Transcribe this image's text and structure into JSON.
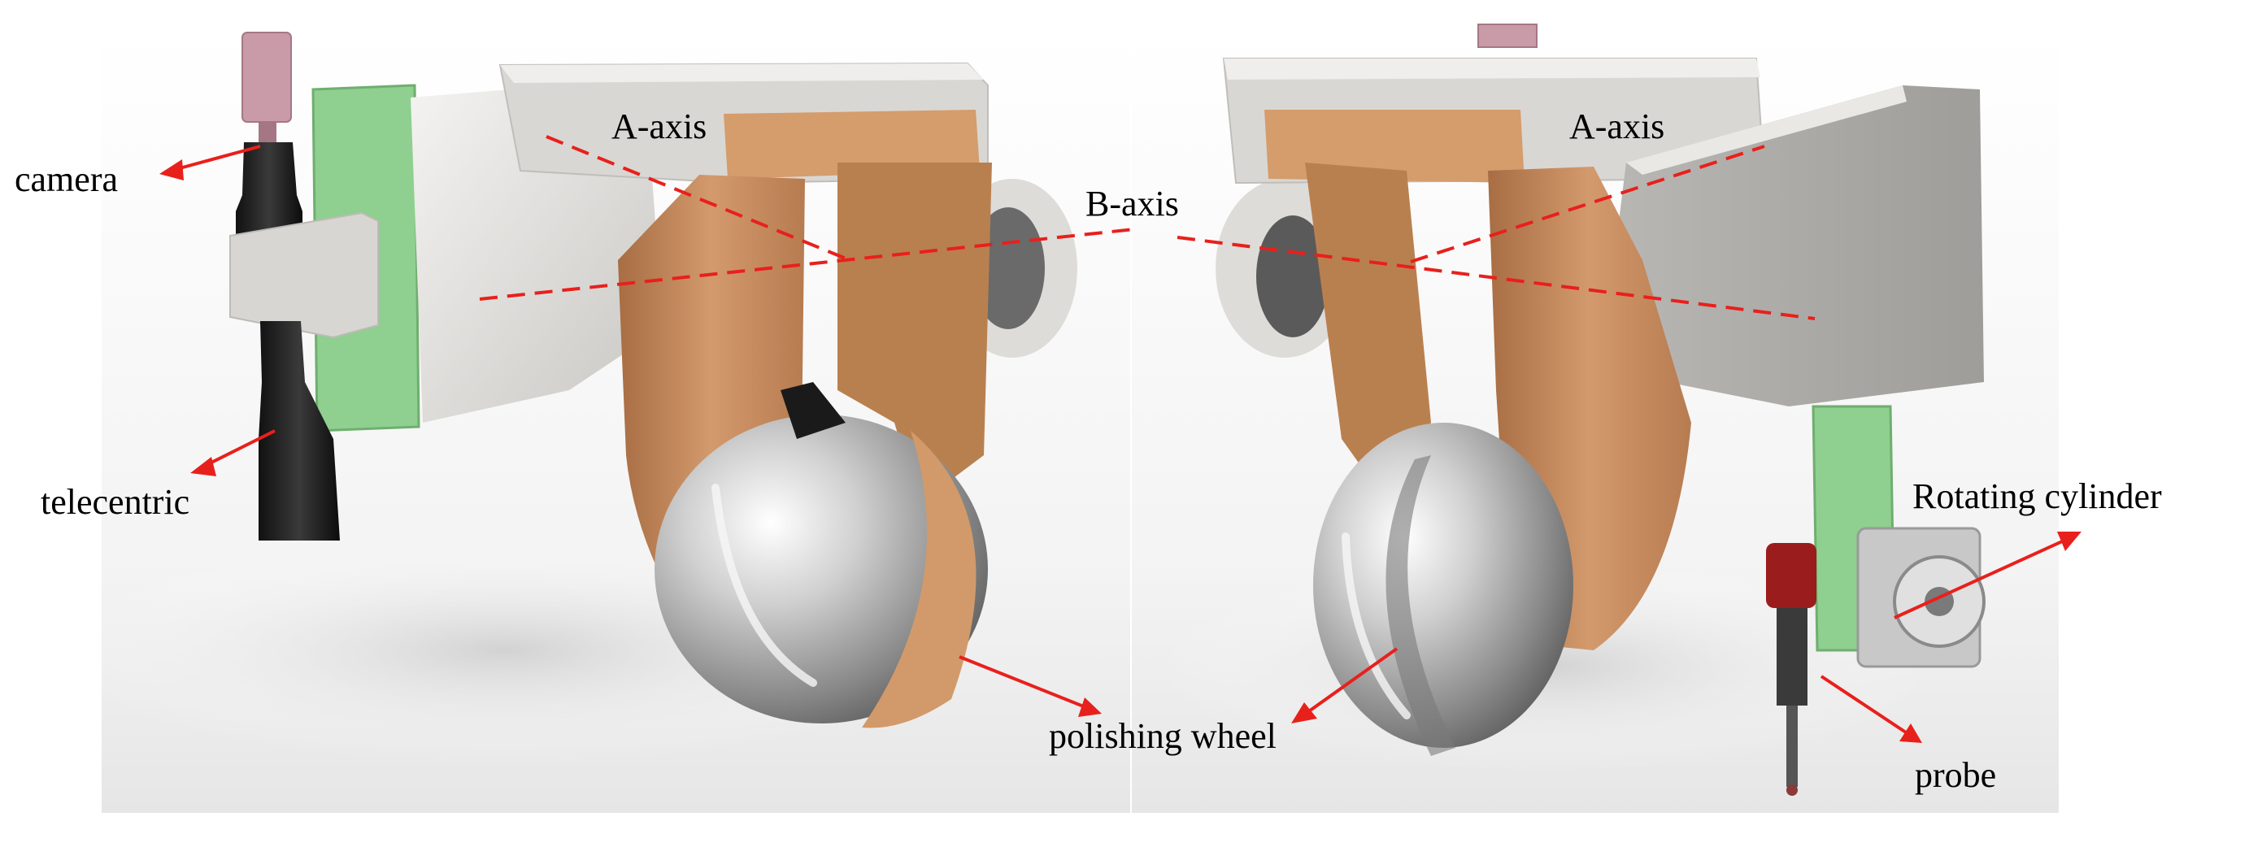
{
  "labels": {
    "camera": "camera",
    "telecentric": "telecentric",
    "a_axis_left": "A-axis",
    "b_axis": "B-axis",
    "a_axis_right": "A-axis",
    "rotating_cylinder": "Rotating cylinder",
    "polishing_wheel": "polishing wheel",
    "probe": "probe"
  },
  "colors": {
    "arrow": "#e8201c",
    "axis_dash": "#e8201c",
    "housing": "#dcdad6",
    "copper": "#c98e62",
    "steel": "#b8b8b8",
    "mount_green": "#8fcf8f",
    "camera_pink": "#c99aa8"
  }
}
